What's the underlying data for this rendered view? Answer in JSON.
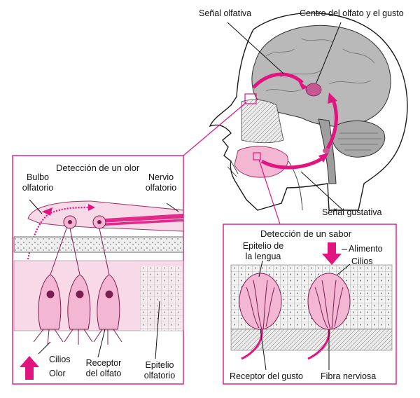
{
  "colors": {
    "accent": "#e0157f",
    "pink_fill": "#f3b6d3",
    "light_pink": "#f7d9e8",
    "brain_gray": "#b9b9b9",
    "dark_gray": "#6e6e6e",
    "line": "#1a1a1a"
  },
  "head": {
    "senal_olfativa": "Señal olfativa",
    "centro": "Centro del olfato y el gusto",
    "senal_gustativa": "Señal gustativa"
  },
  "olor_panel": {
    "title": "Detección de un olor",
    "bulbo_l1": "Bulbo",
    "bulbo_l2": "olfatorio",
    "nervio_l1": "Nervio",
    "nervio_l2": "olfatorio",
    "cilios": "Cilios",
    "olor": "Olor",
    "receptor_l1": "Receptor",
    "receptor_l2": "del olfato",
    "epitelio_l1": "Epitelio",
    "epitelio_l2": "olfatorio"
  },
  "sabor_panel": {
    "title": "Detección de un sabor",
    "epitelio_l1": "Epitelio de",
    "epitelio_l2": "la lengua",
    "alimento": "Alimento",
    "cilios": "Cilios",
    "receptor": "Receptor del gusto",
    "fibra": "Fibra nerviosa"
  },
  "icons": [
    "up-arrow-icon",
    "down-arrow-icon"
  ]
}
